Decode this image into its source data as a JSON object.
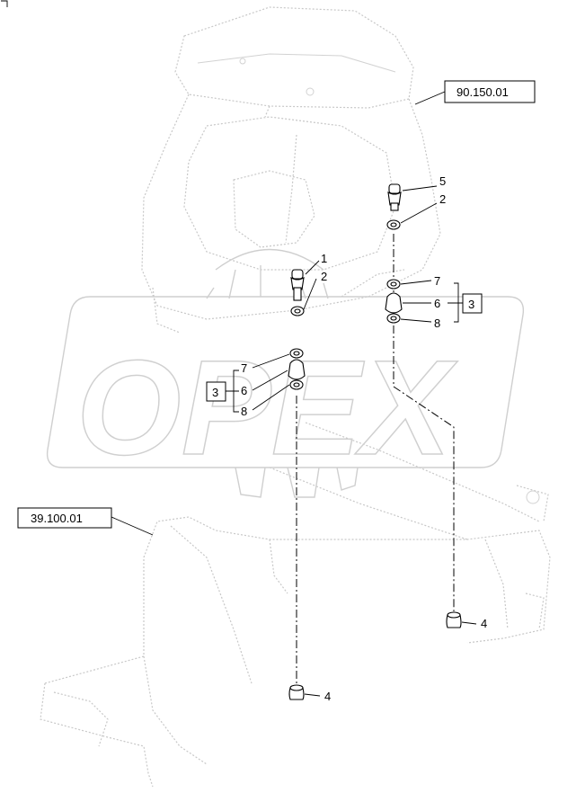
{
  "watermark": {
    "text": "OPEX"
  },
  "references": {
    "ref_upper": "90.150.01",
    "ref_lower": "39.100.01"
  },
  "group_boxes": {
    "group_right": "3",
    "group_left": "3"
  },
  "callouts": {
    "c1": "1",
    "c2a": "2",
    "c2b": "2",
    "c5": "5",
    "c7r": "7",
    "c6r": "6",
    "c8r": "8",
    "c7l": "7",
    "c6l": "6",
    "c8l": "8",
    "c4r": "4",
    "c4l": "4"
  },
  "icons": [
    "gear-watermark-icon"
  ]
}
